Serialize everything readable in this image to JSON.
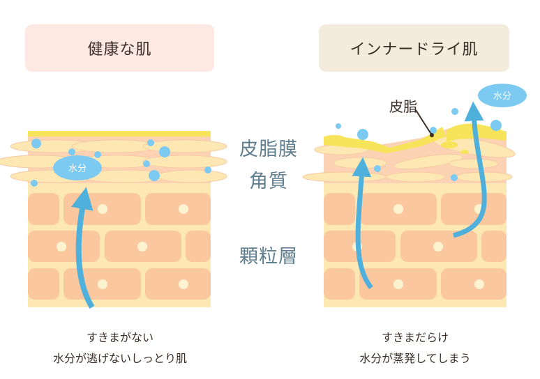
{
  "left": {
    "title": "健康な肌",
    "water": "水分",
    "caption_line1": "すきまがない",
    "caption_line2": "水分が逃げないしっとり肌"
  },
  "right": {
    "title": "インナードライ肌",
    "water": "水分",
    "sebum": "皮脂",
    "caption_line1": "すきまだらけ",
    "caption_line2": "水分が蒸発してしまう"
  },
  "layers": {
    "sebum_film": "皮脂膜",
    "horny": "角質",
    "granular": "顆粒層"
  },
  "colors": {
    "sebum": "#f7e45a",
    "corneum": "#fbd3b4",
    "cell": "#fbc79e",
    "cream": "#fde8b4",
    "water": "#7ccaf2",
    "arrow": "#4fb0db"
  }
}
